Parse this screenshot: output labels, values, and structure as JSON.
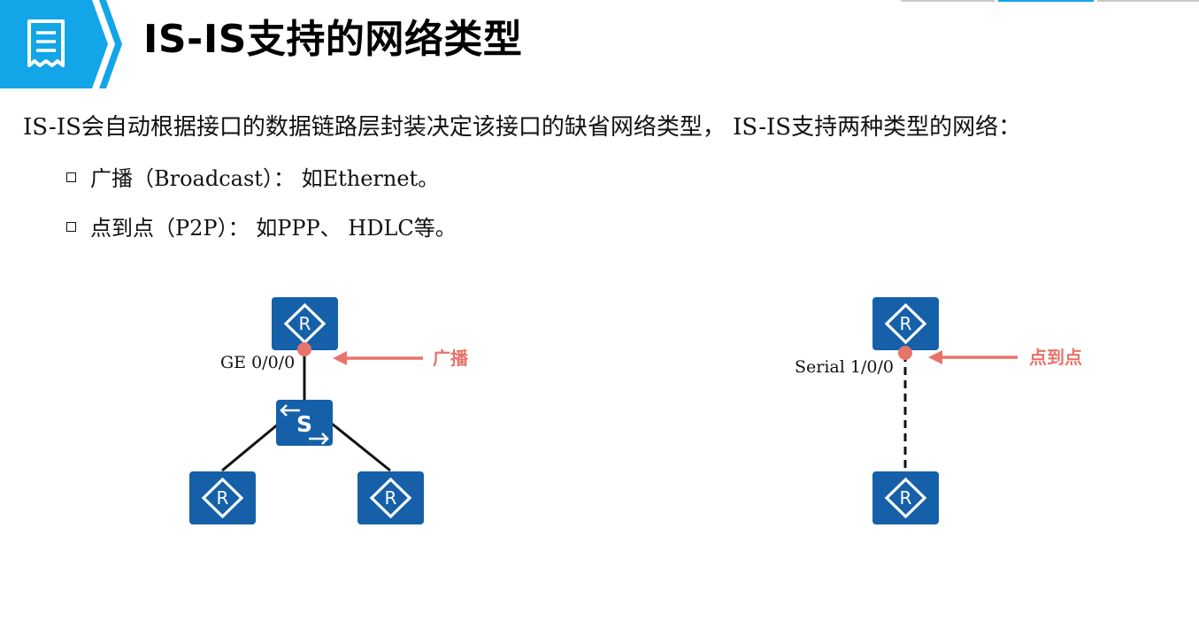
{
  "page": {
    "title": "IS-IS支持的网络类型",
    "icon": "document-icon",
    "accent_color": "#12a6e8"
  },
  "intro": "IS-IS会自动根据接口的数据链路层封装决定该接口的缺省网络类型， IS-IS支持两种类型的网络：",
  "bullets": [
    {
      "text": "广播（Broadcast）： 如Ethernet。"
    },
    {
      "text": "点到点（P2P）： 如PPP、 HDLC等。"
    }
  ],
  "diagram": {
    "broadcast": {
      "port_label": "GE 0/0/0",
      "tag": "广播",
      "router_symbol": "R",
      "switch_symbol": "S"
    },
    "p2p": {
      "port_label": "Serial 1/0/0",
      "tag": "点到点",
      "router_symbol": "R"
    },
    "colors": {
      "device": "#1560a8",
      "highlight": "#e8736a",
      "link": "#111111"
    }
  }
}
